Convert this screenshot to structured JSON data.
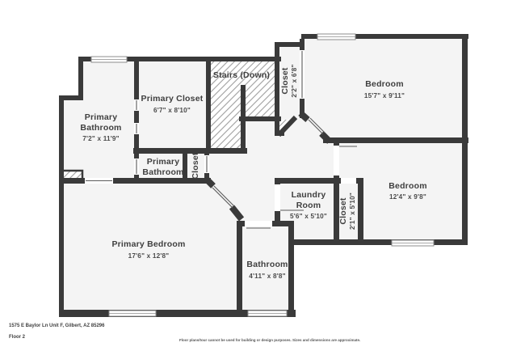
{
  "colors": {
    "wall": "#3a3a3a",
    "room_fill": "#f4f4f4",
    "label_text": "#3f3f3f",
    "hatch_line": "#a0a0a0",
    "window_outline": "#8c8c8c"
  },
  "rooms": {
    "primary_bathroom": {
      "line1": "Primary",
      "line2": "Bathroom",
      "dims": "7'2\" x 11'9\""
    },
    "primary_closet": {
      "name": "Primary Closet",
      "dims": "6'7\" x 8'10\""
    },
    "stairs": {
      "name": "Stairs (Down)"
    },
    "closet_top": {
      "name": "Closet",
      "dims": "2'2\" x 6'8\""
    },
    "bedroom_top": {
      "name": "Bedroom",
      "dims": "15'7\" x 9'11\""
    },
    "primary_bathroom_small": {
      "line1": "Primary",
      "line2": "Bathroom"
    },
    "closet_hall": {
      "name": "Closet"
    },
    "laundry": {
      "line1": "Laundry",
      "line2": "Room",
      "dims": "5'6\" x 5'10\""
    },
    "closet_lower": {
      "name": "Closet",
      "dims": "2'1\" x 5'10\""
    },
    "bedroom_lower": {
      "name": "Bedroom",
      "dims": "12'4\" x 9'8\""
    },
    "primary_bedroom": {
      "name": "Primary Bedroom",
      "dims": "17'6\" x 12'8\""
    },
    "bathroom": {
      "name": "Bathroom",
      "dims": "4'11\" x 8'8\""
    }
  },
  "footer": {
    "address": "1575 E Baylor Ln Unit F, Gilbert, AZ 85296",
    "floor_label": "Floor 2",
    "disclaimer": "Floor plans/tour cannot be used for building or design purposes. Sizes and dimensions are approximate."
  }
}
